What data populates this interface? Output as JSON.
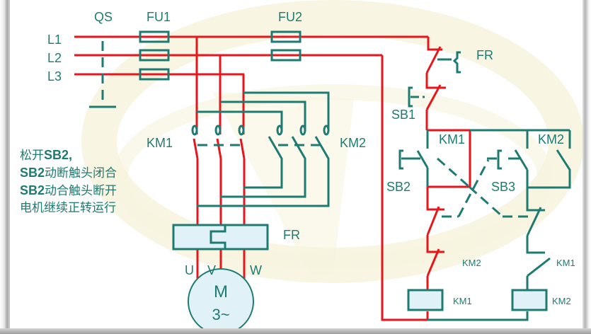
{
  "colors": {
    "power_wire": "#e8161b",
    "control_wire": "#1e7b72",
    "label": "#1e7b72",
    "component_fill": "#e0f2f8",
    "background_arc": "#f6f4dc"
  },
  "labels": {
    "qs": "QS",
    "fu1": "FU1",
    "fu2": "FU2",
    "l1": "L1",
    "l2": "L2",
    "l3": "L3",
    "fr_control": "FR",
    "sb1": "SB1",
    "km1_aux_top": "KM1",
    "km2_aux_top": "KM2",
    "sb2": "SB2",
    "sb3": "SB3",
    "km2_interlock": "KM2",
    "km1_interlock": "KM1",
    "km1_coil": "KM1",
    "km2_coil": "KM2",
    "km1_main": "KM1",
    "km2_main": "KM2",
    "fr_main": "FR",
    "u": "U",
    "v": "V",
    "w": "W",
    "motor_m": "M",
    "motor_phase": "3~"
  },
  "note": {
    "line1_prefix": "松开",
    "line1_bold": "SB2,",
    "line2_bold": "SB2",
    "line2_text": "动断触头闭合",
    "line3_bold": "SB2",
    "line3_text": "动合触头断开",
    "line4_text": "电机继续正转运行"
  }
}
